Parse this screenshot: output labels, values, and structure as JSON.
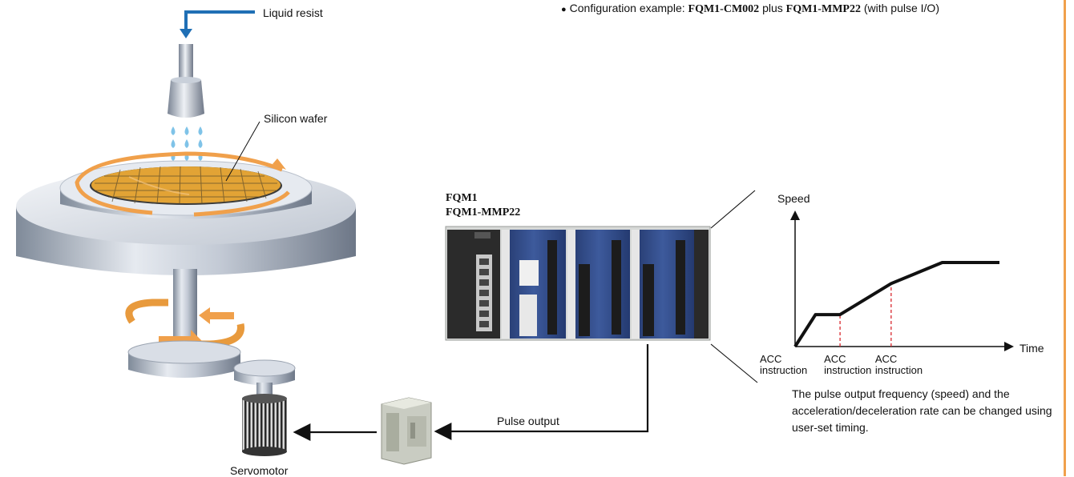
{
  "config": {
    "prefix": "Configuration example: ",
    "cpu_model": "FQM1-CM002",
    "joiner": " plus ",
    "motion_model": "FQM1-MMP22",
    "suffix": " (with pulse I/O)"
  },
  "labels": {
    "liquid_resist": "Liquid resist",
    "silicon_wafer": "Silicon wafer",
    "servomotor": "Servomotor",
    "pulse_output": "Pulse output",
    "fqm1": "FQM1",
    "fqm1_mmp22": "FQM1-MMP22"
  },
  "chart_data": {
    "type": "line",
    "ylabel": "Speed",
    "xlabel": "Time",
    "series": [
      {
        "x": [
          0,
          0.1,
          0.22,
          0.47,
          0.72,
          1.0
        ],
        "y": [
          0,
          0.38,
          0.38,
          0.75,
          1.0,
          1.0
        ]
      }
    ],
    "markers": [
      {
        "x": 0,
        "label_line1": "ACC",
        "label_line2": "instruction"
      },
      {
        "x": 0.22,
        "label_line1": "ACC",
        "label_line2": "instruction"
      },
      {
        "x": 0.47,
        "label_line1": "ACC",
        "label_line2": "instruction"
      }
    ]
  },
  "caption": "The pulse output frequency (speed) and the acceleration/deceleration rate can be changed using user-set timing.",
  "colors": {
    "accent_orange": "#f0a04b",
    "arrow_blue": "#1f6fb5",
    "marker_red": "#d9282f",
    "plc_blue": "#2f4a8c"
  }
}
